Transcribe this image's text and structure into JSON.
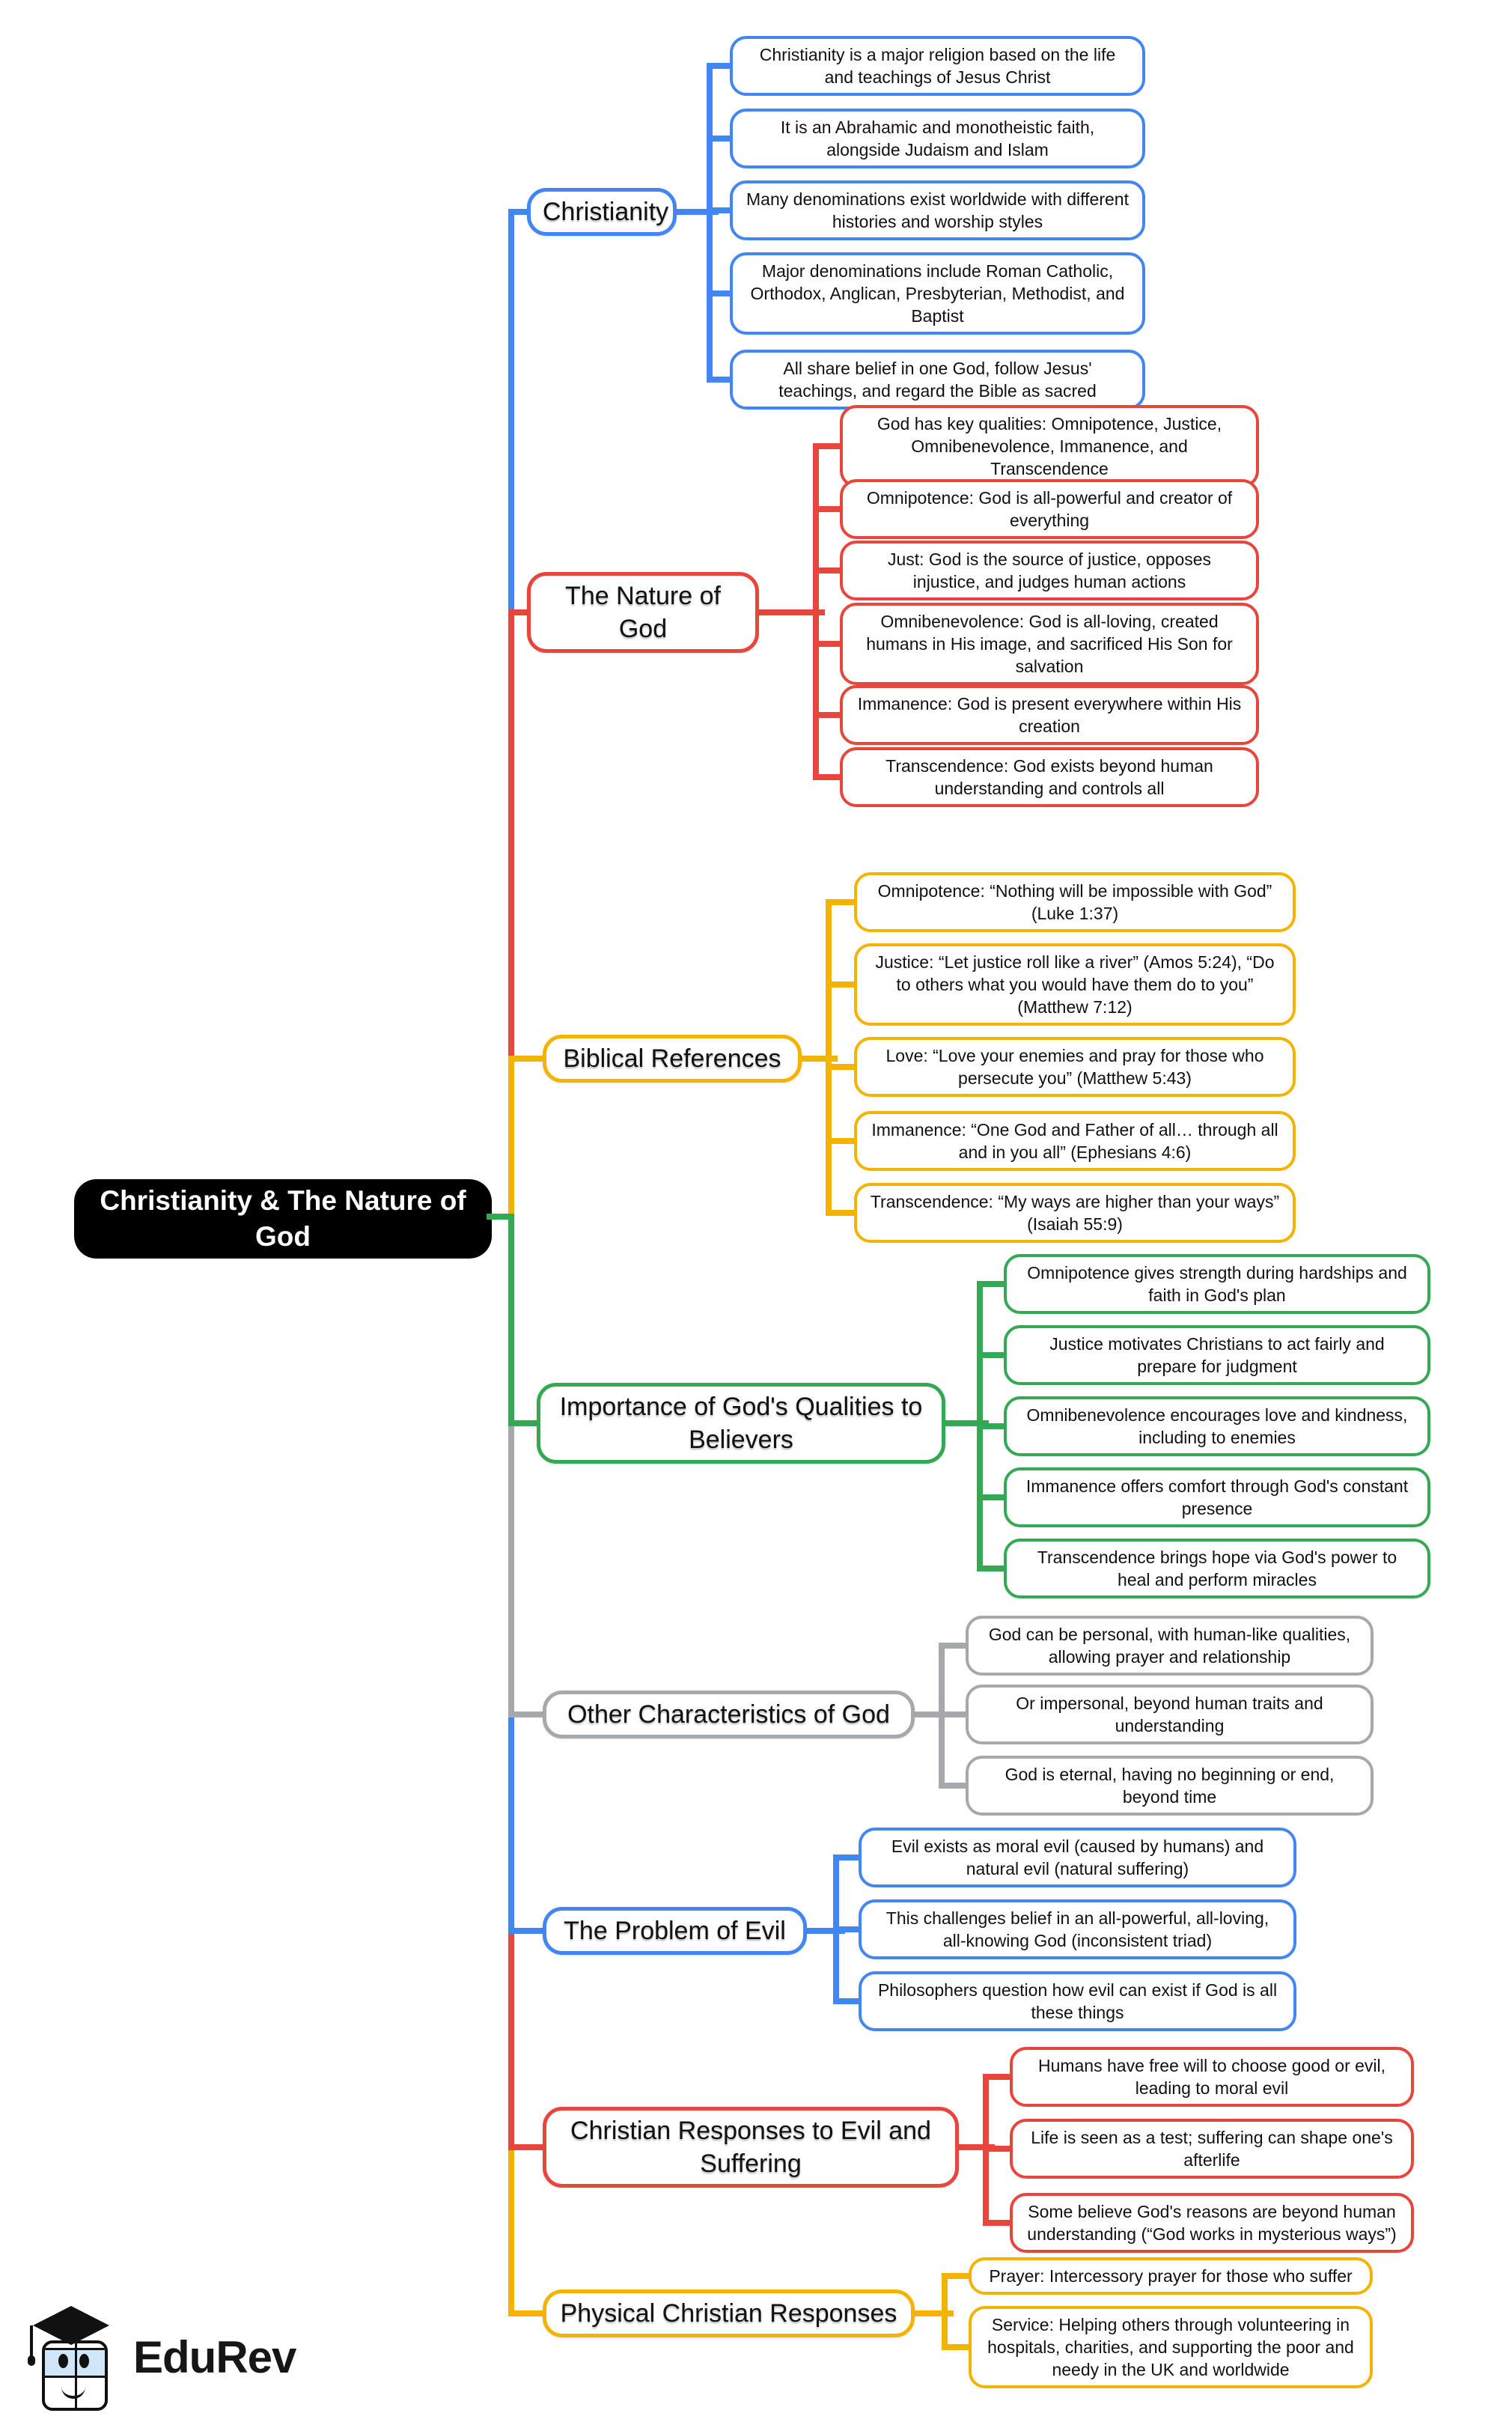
{
  "central": {
    "label": "Christianity & The Nature of God"
  },
  "footer": {
    "brand": "EduRev"
  },
  "colors": {
    "blue": "#4285F4",
    "red": "#E8453C",
    "yellow": "#F5B301",
    "green": "#34A853",
    "gray": "#A6A9AC",
    "central_bg": "#000000",
    "central_text": "#FFFFFF"
  },
  "branches": [
    {
      "id": "christianity",
      "label": "Christianity",
      "color": "blue",
      "leaves": [
        "Christianity is a major religion based on the life and teachings of Jesus Christ",
        "It is an Abrahamic and monotheistic faith, alongside Judaism and Islam",
        "Many denominations exist worldwide with different histories and worship styles",
        "Major denominations include Roman Catholic, Orthodox, Anglican, Presbyterian, Methodist, and Baptist",
        "All share belief in one God, follow Jesus' teachings, and regard the Bible as sacred"
      ]
    },
    {
      "id": "nature-of-god",
      "label": "The Nature of God",
      "color": "red",
      "leaves": [
        "God has key qualities: Omnipotence, Justice, Omnibenevolence, Immanence, and Transcendence",
        "Omnipotence: God is all-powerful and creator of everything",
        "Just: God is the source of justice, opposes injustice, and judges human actions",
        "Omnibenevolence: God is all-loving, created humans in His image, and sacrificed His Son for salvation",
        "Immanence: God is present everywhere within His creation",
        "Transcendence: God exists beyond human understanding and controls all"
      ]
    },
    {
      "id": "biblical-references",
      "label": "Biblical References",
      "color": "yellow",
      "leaves": [
        "Omnipotence: “Nothing will be impossible with God” (Luke 1:37)",
        "Justice: “Let justice roll like a river” (Amos 5:24), “Do to others what you would have them do to you” (Matthew 7:12)",
        "Love: “Love your enemies and pray for those who persecute you” (Matthew 5:43)",
        "Immanence: “One God and Father of all… through all and in you all” (Ephesians 4:6)",
        "Transcendence: “My ways are higher than your ways” (Isaiah 55:9)"
      ]
    },
    {
      "id": "importance-of-gods-qualities",
      "label": "Importance of God's Qualities to Believers",
      "color": "green",
      "leaves": [
        "Omnipotence gives strength during hardships and faith in God's plan",
        "Justice motivates Christians to act fairly and prepare for judgment",
        "Omnibenevolence encourages love and kindness, including to enemies",
        "Immanence offers comfort through God's constant presence",
        "Transcendence brings hope via God's power to heal and perform miracles"
      ]
    },
    {
      "id": "other-characteristics",
      "label": "Other Characteristics of God",
      "color": "gray",
      "leaves": [
        "God can be personal, with human-like qualities, allowing prayer and relationship",
        "Or impersonal, beyond human traits and understanding",
        "God is eternal, having no beginning or end, beyond time"
      ]
    },
    {
      "id": "problem-of-evil",
      "label": "The Problem of Evil",
      "color": "blue",
      "leaves": [
        "Evil exists as moral evil (caused by humans) and natural evil (natural suffering)",
        "This challenges belief in an all-powerful, all-loving, all-knowing God (inconsistent triad)",
        "Philosophers question how evil can exist if God is all these things"
      ]
    },
    {
      "id": "christian-responses",
      "label": "Christian Responses to Evil and Suffering",
      "color": "red",
      "leaves": [
        "Humans have free will to choose good or evil, leading to moral evil",
        "Life is seen as a test; suffering can shape one's afterlife",
        "Some believe God's reasons are beyond human understanding (“God works in mysterious ways”)"
      ]
    },
    {
      "id": "physical-christian-responses",
      "label": "Physical Christian Responses",
      "color": "yellow",
      "leaves": [
        "Prayer: Intercessory prayer for those who suffer",
        "Service: Helping others through volunteering in hospitals, charities, and supporting the poor and needy in the UK and worldwide"
      ]
    }
  ]
}
